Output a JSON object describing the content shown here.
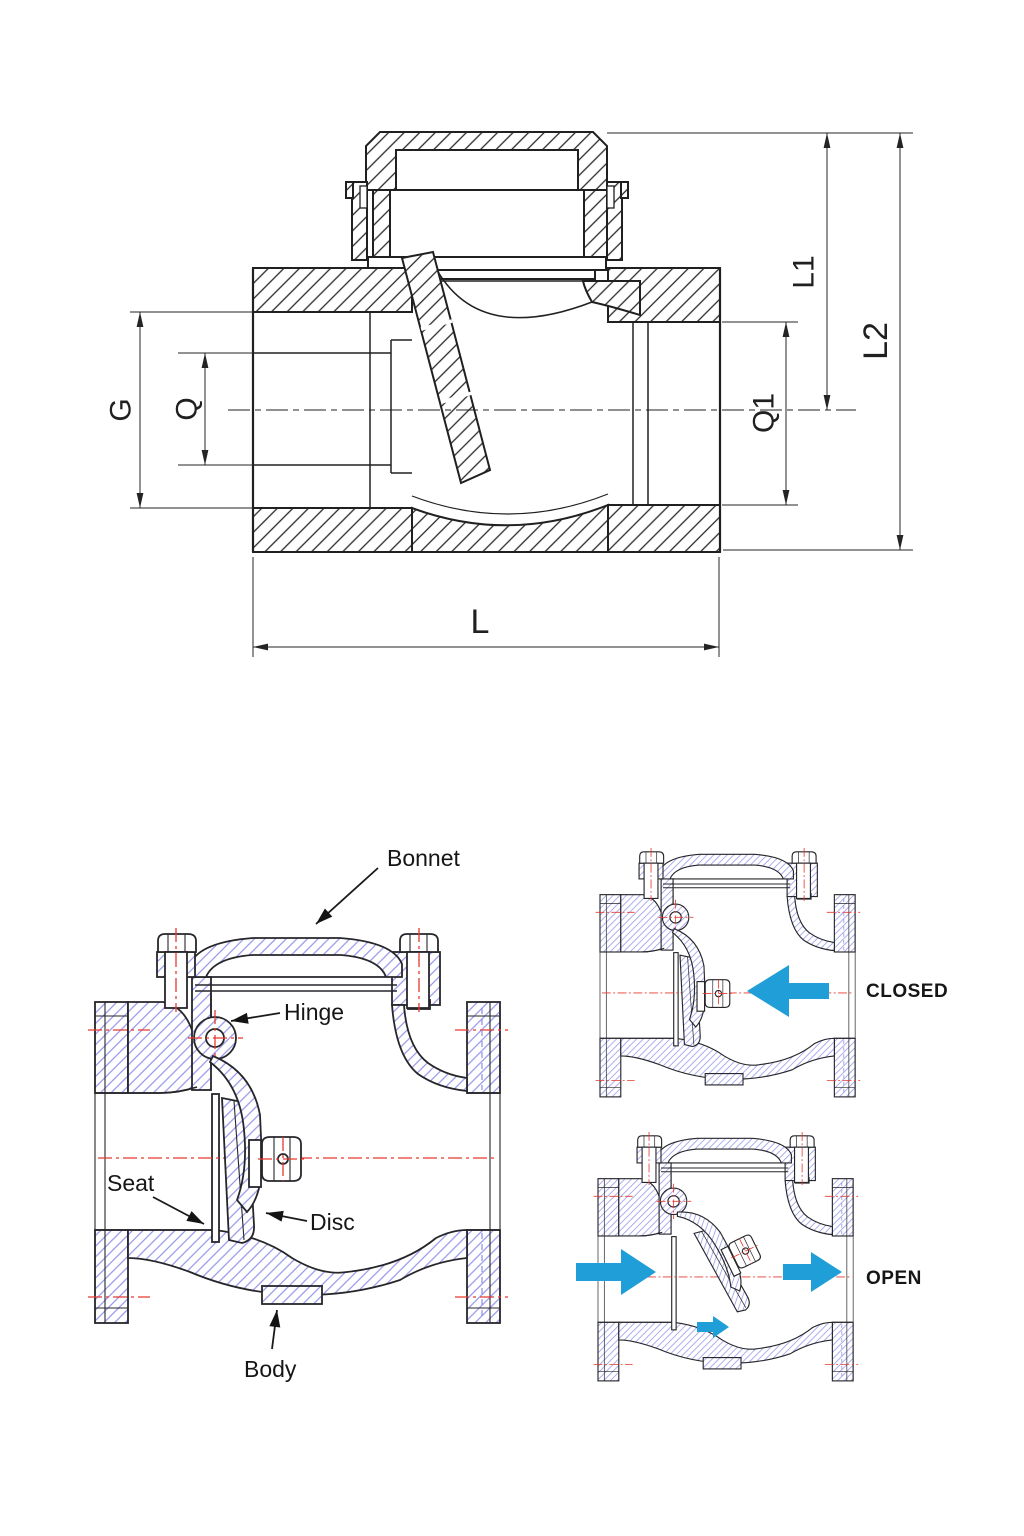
{
  "top_drawing": {
    "dimension_labels": {
      "g": "G",
      "q": "Q",
      "q1": "Q1",
      "l1": "L1",
      "l2": "L2",
      "l": "L"
    }
  },
  "cutaway_diagram": {
    "part_labels": {
      "bonnet": "Bonnet",
      "hinge": "Hinge",
      "seat": "Seat",
      "disc": "Disc",
      "body": "Body"
    }
  },
  "flow_diagrams": {
    "closed_label": "CLOSED",
    "open_label": "OPEN"
  },
  "icons": {
    "closed_flow": "flow-arrow-left-icon",
    "open_inlet_flow": "flow-arrow-right-icon",
    "open_outlet_flow": "flow-arrow-right-icon",
    "open_inner_flow": "flow-arrow-small-right-icon"
  },
  "colors": {
    "drawing_line": "#202020",
    "cutaway_line": "#26262b",
    "blue_hatch": "#8a8ce8",
    "red_centerline": "#e8392f",
    "flow_arrow_blue": "#1f9ed8",
    "label_text": "#161616",
    "background": "#ffffff"
  }
}
